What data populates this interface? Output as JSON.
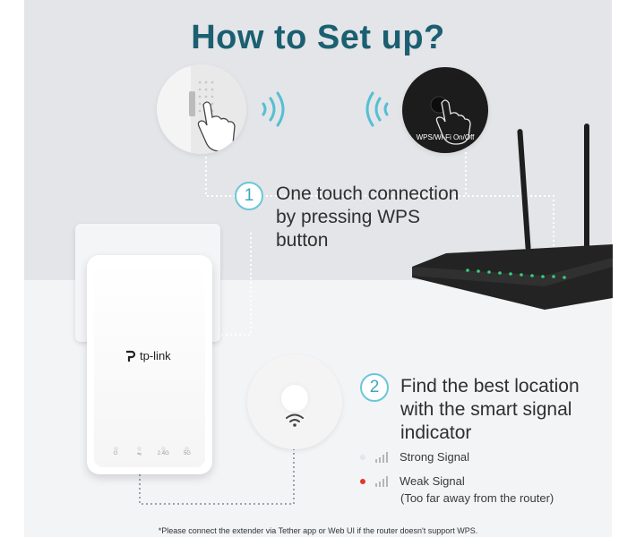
{
  "title": "How to Set up?",
  "step1": {
    "number": "1",
    "lines": [
      "One touch connection",
      "by pressing WPS",
      "button"
    ]
  },
  "step2": {
    "number": "2",
    "lines": [
      "Find the best location",
      "with the smart signal",
      "indicator"
    ]
  },
  "router_button_label": "WPS/Wi-Fi On/Off",
  "extender_brand": "tp-link",
  "extender_leds": [
    "⏻",
    "⇋",
    "2.4G",
    "5G"
  ],
  "signal_legend": [
    {
      "label": "Strong Signal",
      "dot_color": "#dfe6ee",
      "detail": ""
    },
    {
      "label": "Weak Signal",
      "dot_color": "#e03a2a",
      "detail": "(Too far away from the router)"
    }
  ],
  "footnote": "*Please connect the extender via Tether app or Web UI   if the router doesn't support WPS.",
  "colors": {
    "title": "#1b5f71",
    "accent": "#6cc6d8",
    "wave": "#55bfd3",
    "weak": "#e03a2a"
  },
  "icons": [
    "wifi-wave-icon",
    "hand-press-icon",
    "wifi-signal-icon",
    "signal-bars-icon",
    "tp-link-logo-icon"
  ]
}
